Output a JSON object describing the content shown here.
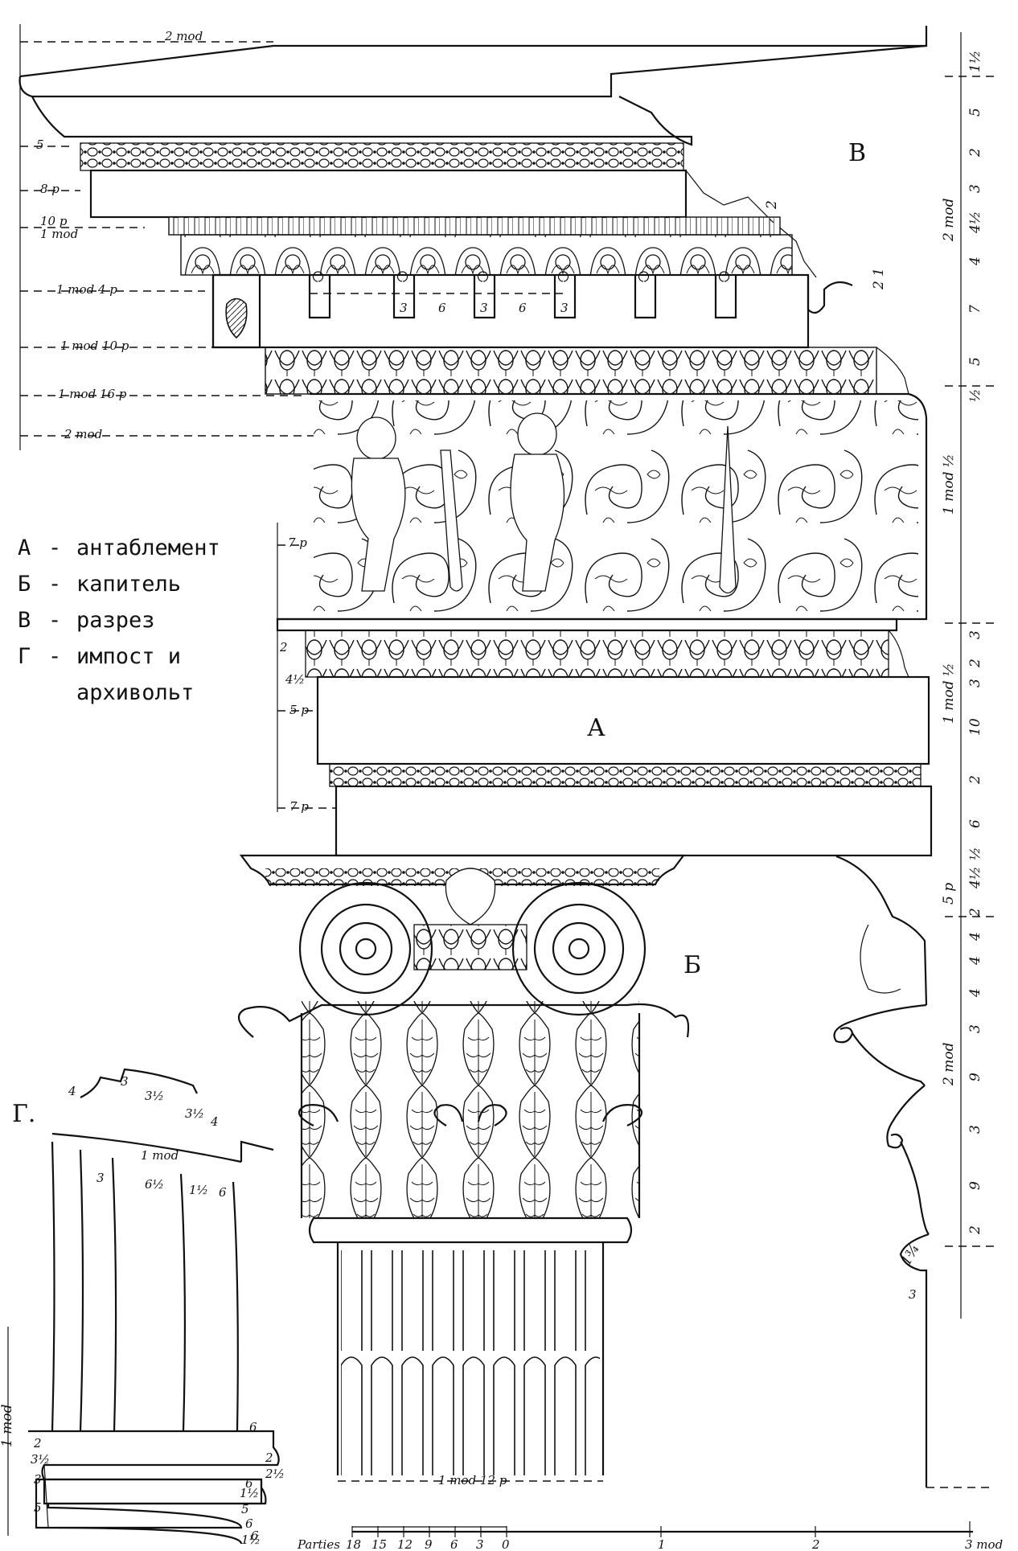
{
  "legend": [
    {
      "key": "А",
      "sep": "-",
      "text": "антаблемент"
    },
    {
      "key": "Б",
      "sep": "-",
      "text": "капитель"
    },
    {
      "key": "В",
      "sep": "-",
      "text": "разрез"
    },
    {
      "key": "Г",
      "sep": "-",
      "text": "импост и"
    },
    {
      "key": "",
      "sep": "",
      "text": "архивольт"
    }
  ],
  "section_labels": {
    "entablature": "А",
    "capital": "Б",
    "section": "В",
    "impost": "Г."
  },
  "left_dimensions": [
    "2 mod",
    "5",
    "8 p",
    "10 p",
    "1 mod",
    "1 mod 4 p",
    "1 mod 10 p",
    "1 mod 16 p",
    "2 mod",
    "7 p",
    "2",
    "4½",
    "5 p",
    "7 p"
  ],
  "modillion_spacing": [
    "3",
    "6",
    "3",
    "6",
    "3"
  ],
  "right_dimensions": [
    "1½",
    "5",
    "2",
    "3",
    "4½",
    "4",
    "7",
    "5",
    "½",
    "1 mod ½",
    "3",
    "2",
    "3",
    "1 mod ½",
    "10",
    "2",
    "6",
    "½",
    "4½",
    "2",
    "4",
    "4",
    "4",
    "3",
    "9",
    "3",
    "9",
    "2",
    "2 mod",
    "2 mod",
    "1¾",
    "3",
    "5 p",
    "2",
    "2 1"
  ],
  "column_dimension": "1 mod 12 p",
  "impost_dimensions": [
    "4",
    "3",
    "3½",
    "3½",
    "4",
    "1 mod",
    "3",
    "6½",
    "1½",
    "6",
    "6",
    "2",
    "3½",
    "3",
    "5",
    "2",
    "2½",
    "1½",
    "5",
    "6",
    "1½",
    "6",
    "6",
    "1 mod"
  ],
  "scale": {
    "label": "Parties",
    "ticks": [
      "18",
      "15",
      "12",
      "9",
      "6",
      "3",
      "0"
    ],
    "module_ticks": [
      "1",
      "2",
      "3 mod"
    ]
  }
}
